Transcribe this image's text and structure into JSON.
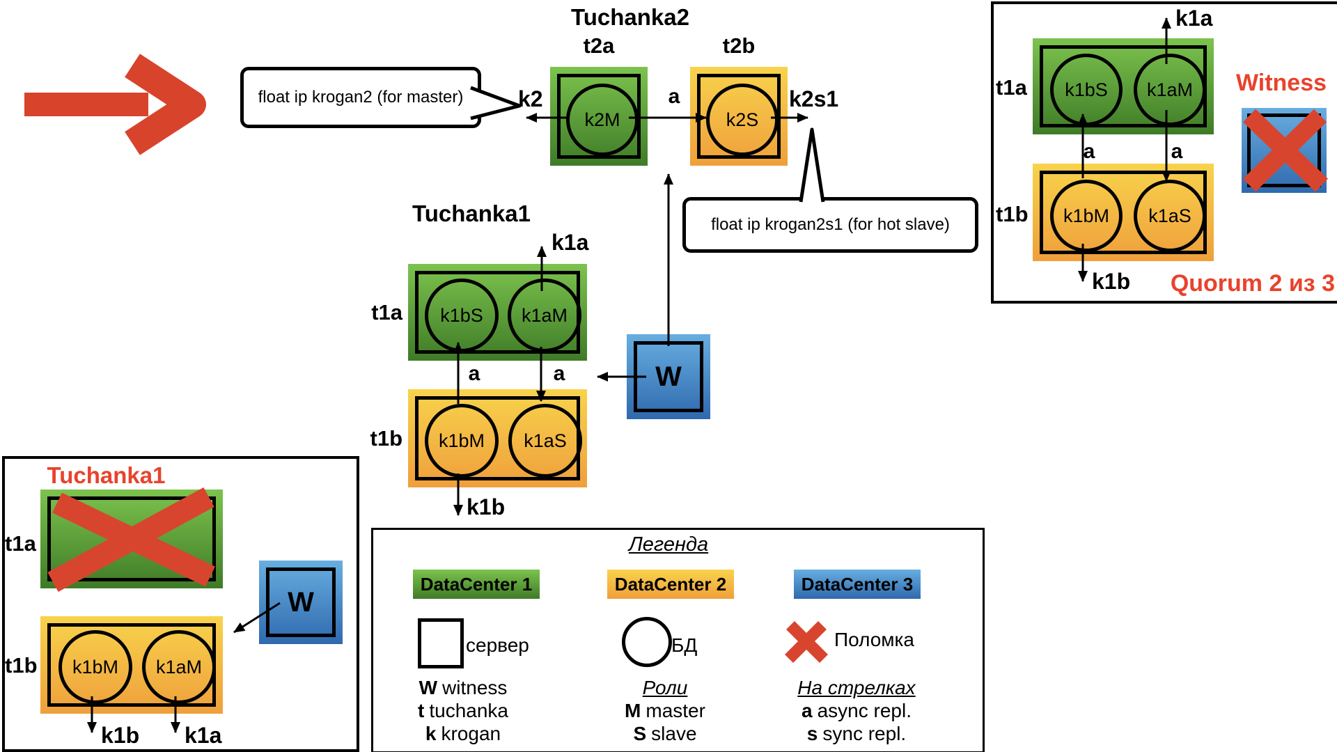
{
  "colors": {
    "datacenter1_green_top": "#7cc34e",
    "datacenter1_green_bottom": "#3f7b27",
    "datacenter2_yellow_top": "#f8d34c",
    "datacenter2_yellow_bottom": "#ef9f3b",
    "datacenter3_blue_top": "#68aee0",
    "datacenter3_blue_bottom": "#2f69ae",
    "failure_red": "#d8452e",
    "highlight_red": "#e8432c"
  },
  "tuchanka2": {
    "title": "Tuchanka2",
    "callout_master": "float ip krogan2 (for master)",
    "callout_slave": "float ip krogan2s1 (for hot slave)",
    "float_ip_master": "k2",
    "float_ip_slave": "k2s1",
    "replication": "a",
    "server_a": {
      "name": "t2a",
      "db": "k2M"
    },
    "server_b": {
      "name": "t2b",
      "db": "k2S"
    }
  },
  "tuchanka1": {
    "title": "Tuchanka1",
    "float_ip_a": "k1a",
    "float_ip_b": "k1b",
    "replication_left": "a",
    "replication_right": "a",
    "witness": "W",
    "server_a": {
      "name": "t1a",
      "db_left": "k1bS",
      "db_right": "k1aM"
    },
    "server_b": {
      "name": "t1b",
      "db_left": "k1bM",
      "db_right": "k1aS"
    }
  },
  "quorum_panel": {
    "float_ip_a": "k1a",
    "float_ip_b": "k1b",
    "replication_left": "a",
    "replication_right": "a",
    "witness_title": "Witness",
    "quorum_note": "Quorum 2 из 3",
    "server_a": {
      "name": "t1a",
      "db_left": "k1bS",
      "db_right": "k1aM"
    },
    "server_b": {
      "name": "t1b",
      "db_left": "k1bM",
      "db_right": "k1aS"
    }
  },
  "failover_panel": {
    "title": "Tuchanka1",
    "float_ip_a": "k1a",
    "float_ip_b": "k1b",
    "witness": "W",
    "server_a": {
      "name": "t1a"
    },
    "server_b": {
      "name": "t1b",
      "db_left": "k1bM",
      "db_right": "k1aM"
    }
  },
  "legend": {
    "title": "Легенда",
    "datacenters": [
      {
        "label": "DataCenter 1"
      },
      {
        "label": "DataCenter 2"
      },
      {
        "label": "DataCenter 3"
      }
    ],
    "server_label": "сервер",
    "db_label": "БД",
    "failure_label": "Поломка",
    "abbreviations": [
      {
        "key": "W",
        "label": "witness"
      },
      {
        "key": "t",
        "label": "tuchanka"
      },
      {
        "key": "k",
        "label": "krogan"
      }
    ],
    "roles_title": "Роли",
    "roles": [
      {
        "key": "M",
        "label": "master"
      },
      {
        "key": "S",
        "label": "slave"
      }
    ],
    "arrows_title": "На стрелках",
    "arrows": [
      {
        "key": "a",
        "label": "async repl."
      },
      {
        "key": "s",
        "label": "sync repl."
      }
    ]
  }
}
